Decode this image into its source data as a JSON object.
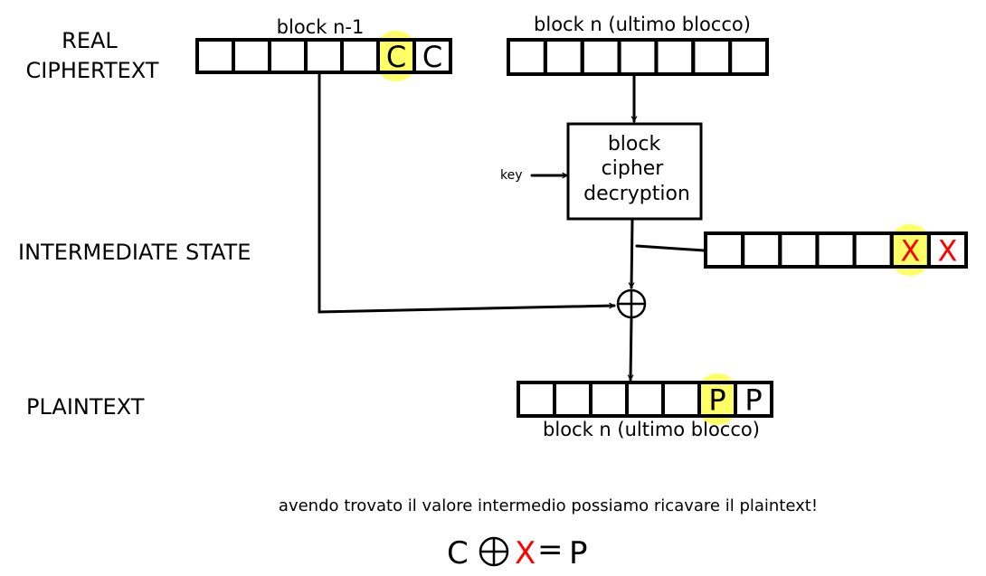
{
  "labels": {
    "real_ciphertext_line1": "REAL",
    "real_ciphertext_line2": "CIPHERTEXT",
    "intermediate_state": "INTERMEDIATE STATE",
    "plaintext": "PLAINTEXT"
  },
  "blocks": {
    "prev_cipher": {
      "title": "block n-1",
      "cells": [
        "",
        "",
        "",
        "",
        "",
        "C",
        "C"
      ],
      "highlight_index": 5
    },
    "last_cipher": {
      "title": "block n (ultimo blocco)",
      "cells": [
        "",
        "",
        "",
        "",
        "",
        "",
        ""
      ]
    },
    "intermediate": {
      "cells": [
        "",
        "",
        "",
        "",
        "",
        "X",
        "X"
      ],
      "highlight_index": 5
    },
    "plain": {
      "title": "block n (ultimo blocco)",
      "cells": [
        "",
        "",
        "",
        "",
        "",
        "P",
        "P"
      ],
      "highlight_index": 5
    }
  },
  "cipher_box": {
    "line1": "block",
    "line2": "cipher",
    "line3": "decryption"
  },
  "key_label": "key",
  "note": "avendo trovato il valore intermedio possiamo ricavare il plaintext!",
  "formula": {
    "c": "C",
    "x": "X",
    "eq": "=",
    "p": "P"
  },
  "colors": {
    "highlight": "#ffff66",
    "red_value": "#ff0000",
    "stroke": "#000000"
  }
}
